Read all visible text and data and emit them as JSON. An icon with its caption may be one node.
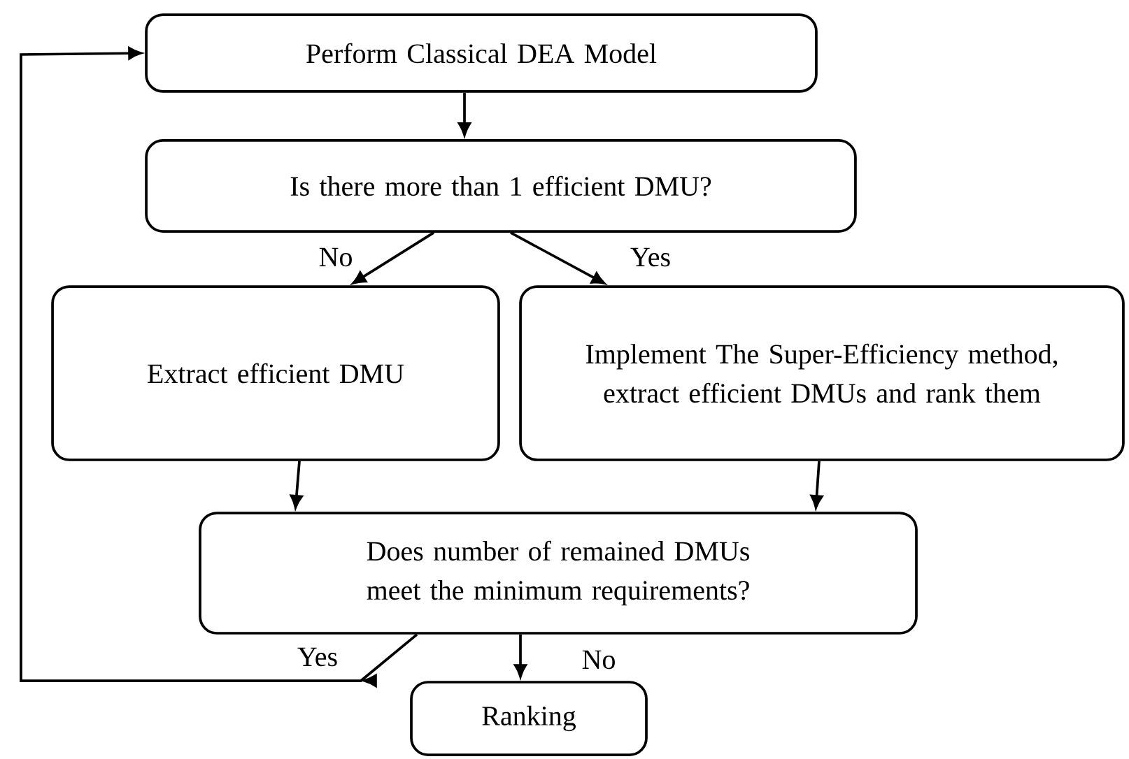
{
  "diagram": {
    "nodes": [
      {
        "text": [
          "Perform Classical DEA Model"
        ]
      },
      {
        "text": [
          "Is there more than 1 efficient DMU?"
        ]
      },
      {
        "text": [
          "Extract efficient DMU"
        ]
      },
      {
        "text": [
          "Implement The Super-Efficiency method, extract efficient DMUs and rank them"
        ]
      },
      {
        "text": [
          "Does number of remained DMUs meet the minimum requirements?"
        ]
      },
      {
        "text": [
          "Ranking"
        ]
      }
    ],
    "edges": [
      {
        "from": 0,
        "to": 1,
        "arrow": "to"
      },
      {
        "from": 1,
        "to": 2,
        "arrow": "to",
        "label": "No"
      },
      {
        "from": 1,
        "to": 3,
        "arrow": "to",
        "label": "Yes"
      },
      {
        "from": 2,
        "to": 4,
        "arrow": "to"
      },
      {
        "from": 3,
        "to": 4,
        "arrow": "to"
      },
      {
        "from": 4,
        "to": 5,
        "arrow": "to",
        "label": "No"
      },
      {
        "from": 4,
        "to": 0,
        "arrow": "to",
        "label": "Yes"
      }
    ]
  }
}
